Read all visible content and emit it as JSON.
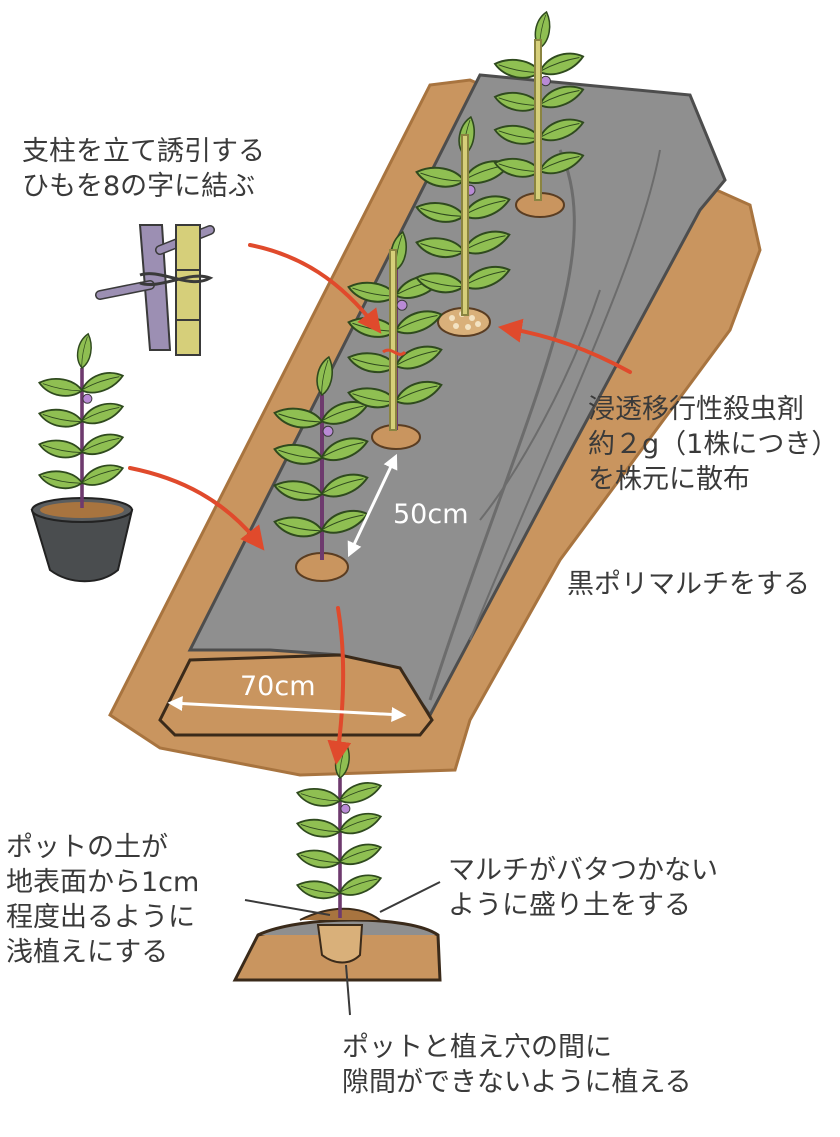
{
  "labels": {
    "stake": [
      "支柱を立て誘引する",
      "ひもを8の字に結ぶ"
    ],
    "insecticide": [
      "浸透移行性殺虫剤",
      "約２g（1株につき）",
      "を株元に散布"
    ],
    "mulch": "黒ポリマルチをする",
    "pot_soil": [
      "ポットの土が",
      "地表面から1cm",
      "程度出るように",
      "浅植えにする"
    ],
    "mound": [
      "マルチがバタつかない",
      "ように盛り土をする"
    ],
    "gap": [
      "ポットと植え穴の間に",
      "隙間ができないように植える"
    ]
  },
  "dimensions": {
    "spacing": "50cm",
    "width": "70cm"
  },
  "colors": {
    "soil": "#c9955f",
    "soil_dark": "#a8743f",
    "mulch": "#8f8f8f",
    "mulch_dark": "#6c6c6c",
    "leaf": "#8fbf52",
    "leaf_edge": "#2f4a1e",
    "stem": "#6e3a6e",
    "stake": "#d6cf7a",
    "arrow": "#e04a2c",
    "text": "#3a3a3a"
  },
  "icons": [
    "eggplant-seedling-icon",
    "stake-icon",
    "pot-icon",
    "granule-icon",
    "arrow-icon"
  ]
}
